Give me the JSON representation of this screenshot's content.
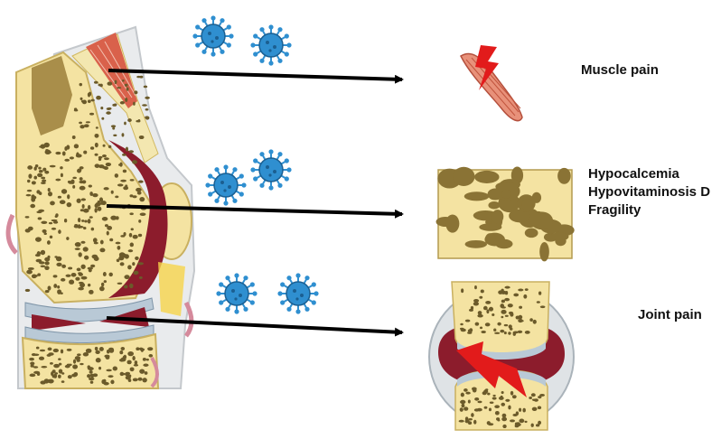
{
  "labels": {
    "muscle": "Muscle pain",
    "bone": [
      "Hypocalcemia",
      "Hypovitaminosis D",
      "Fragility"
    ],
    "joint": "Joint pain"
  },
  "colors": {
    "virus": "#2f8fd0",
    "bone": "#f4e3a2",
    "pore": "#6b5a2a",
    "cartilage": "#b9c9d6",
    "synovium": "#8c1c2c",
    "muscle": "#d9614b",
    "pain_bolt": "#e21b1b",
    "arrow": "#000000"
  },
  "icons": [
    "virus-icon",
    "knee-joint-illustration",
    "muscle-icon",
    "lightning-bolt-icon",
    "trabecular-bone-icon",
    "joint-closeup-icon"
  ]
}
